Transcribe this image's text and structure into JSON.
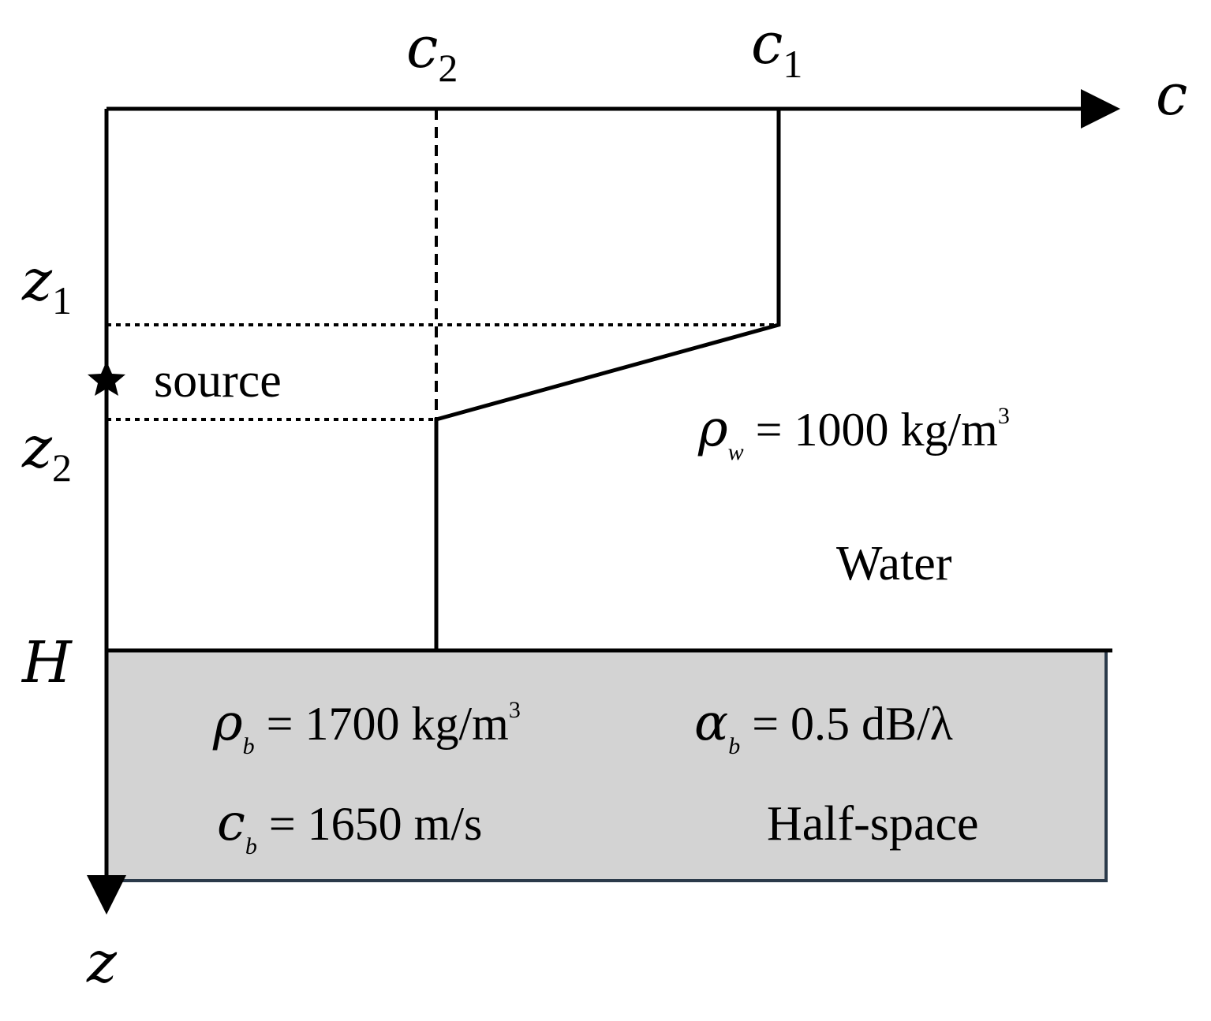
{
  "axes": {
    "horizontal_label": "c",
    "vertical_label": "z"
  },
  "speed_labels": {
    "c2": {
      "base": "c",
      "sub": "2"
    },
    "c1": {
      "base": "c",
      "sub": "1"
    }
  },
  "depth_labels": {
    "z1": {
      "base": "z",
      "sub": "1"
    },
    "z2": {
      "base": "z",
      "sub": "2"
    },
    "H": "H"
  },
  "source": {
    "label": "source",
    "marker": "star-icon"
  },
  "water": {
    "label": "Water",
    "density": {
      "symbol": "ρ",
      "sub": "w",
      "value": " = 1000 kg/m",
      "sup": "3"
    }
  },
  "halfspace": {
    "label": "Half-space",
    "fill_color": "#d3d3d3",
    "border_color": "#2b3a4a",
    "density": {
      "symbol": "ρ",
      "sub": "b",
      "value": " = 1700 kg/m",
      "sup": "3"
    },
    "attenuation": {
      "symbol": "α",
      "sub": "b",
      "value": " = 0.5 dB/λ"
    },
    "speed": {
      "symbol": "c",
      "sub": "b",
      "value": " = 1650 m/s"
    }
  }
}
